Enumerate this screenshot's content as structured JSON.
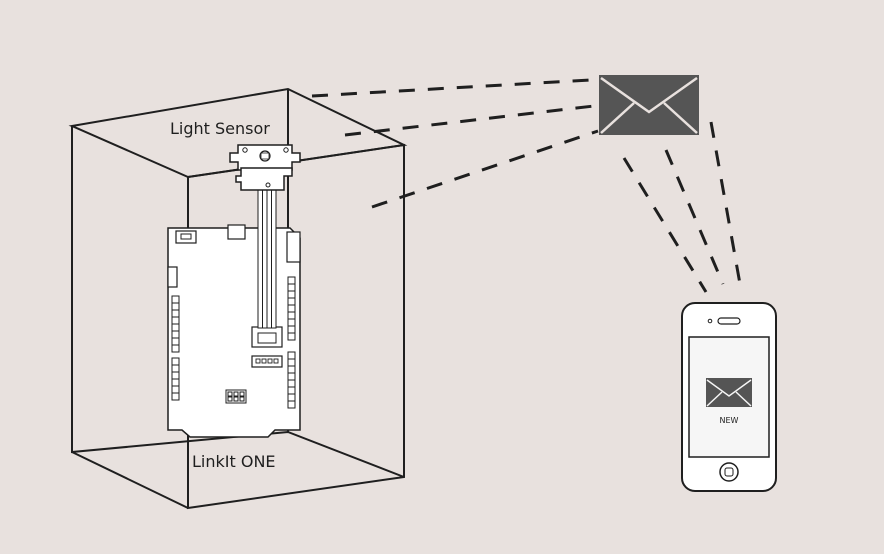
{
  "background": "#e8e1de",
  "colors": {
    "line": "#1f1f1f",
    "envelope": "#555555",
    "board": "#ffffff",
    "screen": "#f6f6f6"
  },
  "labels": {
    "sensor": "Light Sensor",
    "board": "LinkIt ONE",
    "notification": "NEW"
  },
  "icons": {
    "message": "envelope-icon",
    "phone": "smartphone-icon",
    "home_button": "home-button-icon"
  }
}
